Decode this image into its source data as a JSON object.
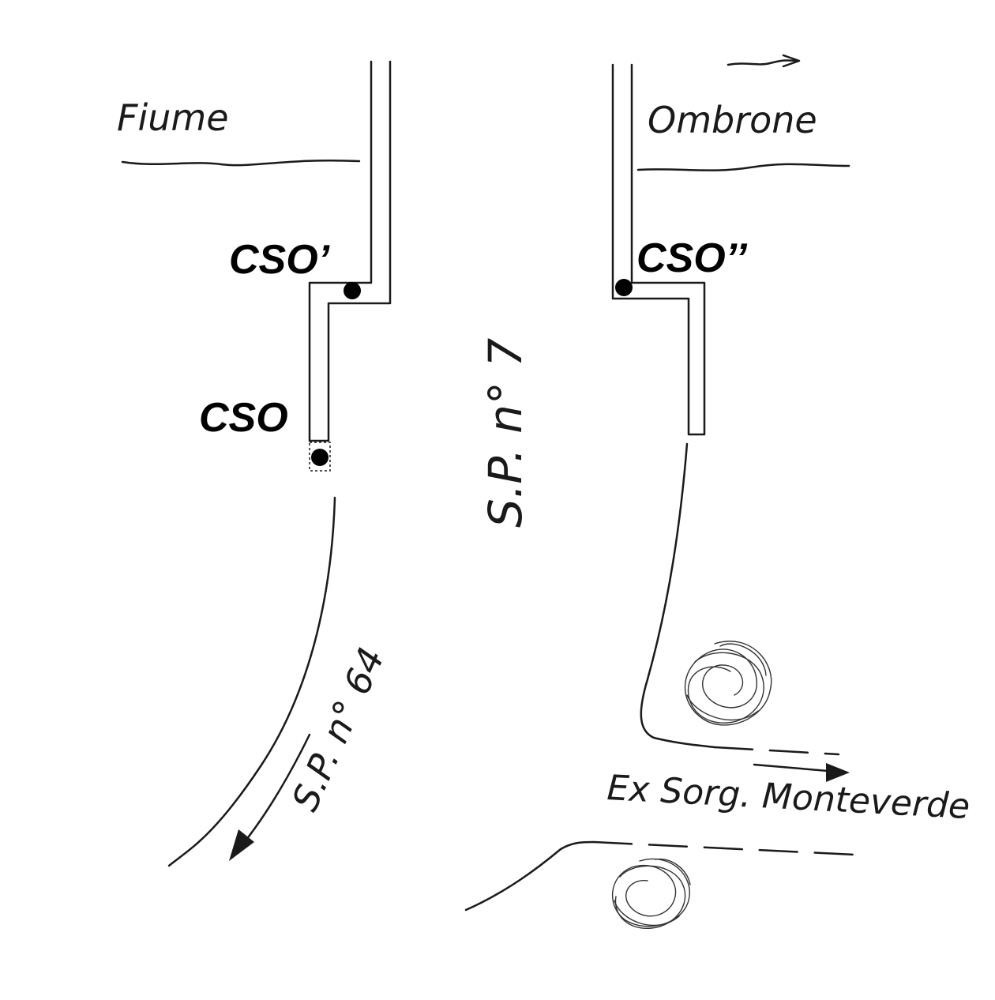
{
  "labels": {
    "river_left": "Fiume",
    "river_right": "Ombrone",
    "cso_prime": "CSO’",
    "cso_double_prime": "CSO’’",
    "cso": "CSO",
    "road_sp7": "S.P. n° 7",
    "road_sp64": "S.P. n° 64",
    "ex_sorg": "Ex Sorg. Monteverde"
  },
  "icons": {
    "cso_point": "filled-circle",
    "flow_arrow": "arrow-right",
    "road_arrow": "arrow-down-left",
    "vegetation": "scribble-bush"
  },
  "colors": {
    "ink": "#1a1a1a",
    "label": "#000000",
    "background": "#ffffff"
  }
}
